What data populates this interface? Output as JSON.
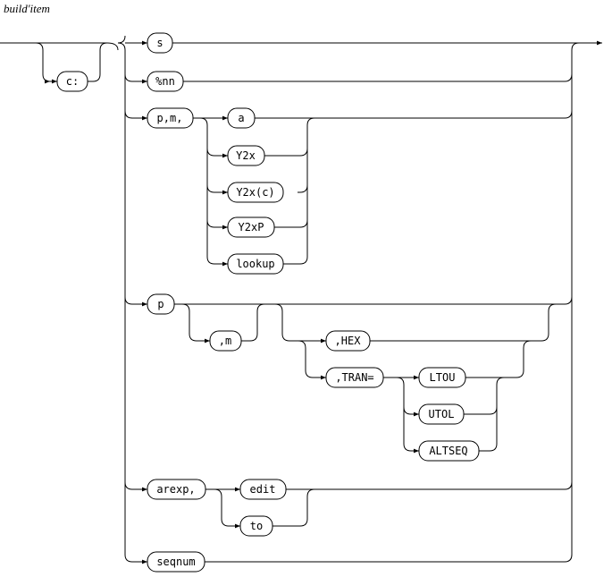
{
  "title": "build'item",
  "terminals": {
    "c": "c:",
    "s": "s",
    "pct_nn": "%nn",
    "pm": "p,m,",
    "a": "a",
    "y2x": "Y2x",
    "y2x_c": "Y2x(c)",
    "y2xp": "Y2xP",
    "lookup": "lookup",
    "p": "p",
    "comma_m": ",m",
    "hex": ",HEX",
    "tran": ",TRAN=",
    "ltou": "LTOU",
    "utol": "UTOL",
    "altseq": "ALTSEQ",
    "arexp": "arexp,",
    "edit": "edit",
    "to": "to",
    "seqnum": "seqnum"
  }
}
